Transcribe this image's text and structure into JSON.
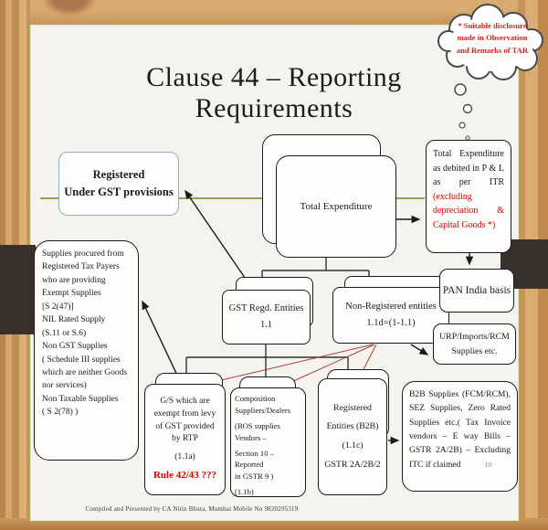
{
  "title": "Clause 44 – Reporting Requirements",
  "callout": {
    "lines": [
      "* Suitable disclosure",
      "made in Observation",
      "and Remarks of TAR"
    ]
  },
  "boxes": {
    "registered": {
      "line1": "Registered",
      "line2": "Under GST provisions"
    },
    "total_expenditure": {
      "label": "Total Expenditure"
    },
    "itr": {
      "black": "Total Expenditure as debited in P & L as per ITR ",
      "red": "(excluding depreciation & Capital Goods *)"
    },
    "supplies": {
      "lines": [
        "Supplies procured from",
        "Registered Tax Payers",
        "who are providing",
        "Exempt Supplies",
        "[S 2(47)]",
        "NIL Rated Supply",
        "(S.11 or S.6)",
        "Non GST Supplies",
        "( Schedule III supplies",
        "which are neither Goods",
        "nor services)",
        "Non Taxable Supplies",
        "( S 2(78) )"
      ]
    },
    "gst_regd": {
      "line1": "GST Regd. Entities",
      "line2": "1.1"
    },
    "non_registered": {
      "line1": "Non-Registered entities",
      "line2": "1.1d=(1-1.1)"
    },
    "pan": {
      "label": "PAN India basis"
    },
    "urp": {
      "line1": "URP/Imports/RCM",
      "line2": "Supplies etc."
    },
    "exempt": {
      "lines": [
        "G/S which are",
        "exempt from levy",
        "of GST provided",
        "by RTP"
      ],
      "ref": "(1.1a)",
      "rule": "Rule 42/43 ???"
    },
    "composition": {
      "lines": [
        "Composition",
        "Suppliers/Dealers"
      ],
      "lines2": [
        "(BOS supplies",
        "Vendors –"
      ],
      "lines3": [
        "Section 10 – Reported",
        "in GSTR 9 )"
      ],
      "ref": "(1.1b)"
    },
    "b2b_entities": {
      "line1": "Registered",
      "line2": "Entities (B2B)",
      "ref": "(1.1c)",
      "line4": "GSTR 2A/2B/2"
    },
    "b2b_supplies": {
      "text": "B2B Supplies (FCM/RCM), SEZ Supplies, Zero Rated Supplies etc.( Tax Invoice vendors – E way Bills – GSTR 2A/2B) – Excluding ITC if claimed",
      "page_no": "10"
    }
  },
  "footer": "Compiled and Presented by CA Nitin Bhuta, Mumbai Mobile No 9820295319",
  "colors": {
    "accent_red": "#e00000",
    "olive_line": "#96a245",
    "red_connector": "#b03a3a",
    "blue_border": "#8ab0cc",
    "dark_band": "#38302a",
    "slide_bg": "#f4f3ee",
    "frame_wood": "#cd9c60"
  }
}
